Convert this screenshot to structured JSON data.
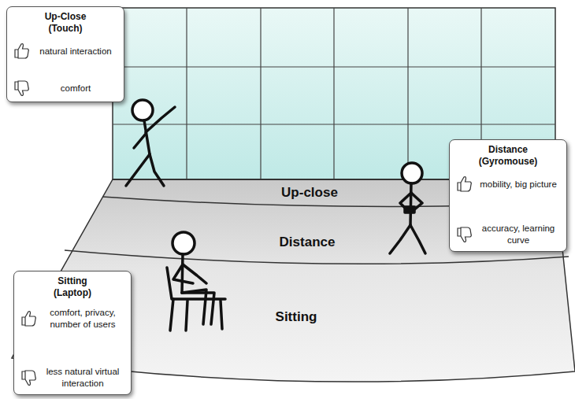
{
  "diagram": {
    "nodes": [
      {
        "text": [
          "Up-Close (Touch)",
          "natural interaction",
          "comfort"
        ]
      },
      {
        "text": [
          "Distance (Gyromouse)",
          "mobility, big picture",
          "accuracy, learning curve"
        ]
      },
      {
        "text": [
          "Up-close"
        ]
      },
      {
        "text": [
          "Distance"
        ]
      },
      {
        "text": [
          "Sitting"
        ]
      },
      {
        "text": [
          "Sitting (Laptop)",
          "comfort, privacy, number of users",
          "less natural virtual interaction"
        ]
      }
    ]
  }
}
